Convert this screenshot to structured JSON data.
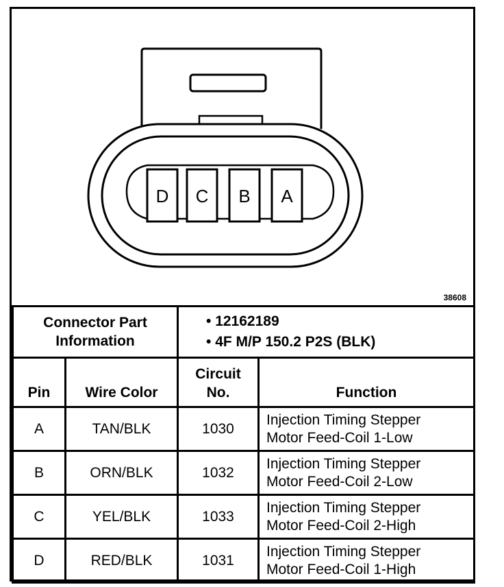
{
  "diagram": {
    "pins": [
      "D",
      "C",
      "B",
      "A"
    ],
    "figure_id": "38608"
  },
  "info": {
    "label_line1": "Connector Part",
    "label_line2": "Information",
    "part_number": "12162189",
    "part_desc": "4F M/P 150.2 P2S (BLK)"
  },
  "headers": {
    "pin": "Pin",
    "wire_color": "Wire Color",
    "circuit_line1": "Circuit",
    "circuit_line2": "No.",
    "function": "Function"
  },
  "rows": [
    {
      "pin": "A",
      "wire": "TAN/BLK",
      "circuit": "1030",
      "func1": "Injection Timing Stepper",
      "func2": "Motor Feed-Coil 1-Low"
    },
    {
      "pin": "B",
      "wire": "ORN/BLK",
      "circuit": "1032",
      "func1": "Injection Timing Stepper",
      "func2": "Motor Feed-Coil 2-Low"
    },
    {
      "pin": "C",
      "wire": "YEL/BLK",
      "circuit": "1033",
      "func1": "Injection Timing Stepper",
      "func2": "Motor Feed-Coil 2-High"
    },
    {
      "pin": "D",
      "wire": "RED/BLK",
      "circuit": "1031",
      "func1": "Injection Timing Stepper",
      "func2": "Motor Feed-Coil 1-High"
    }
  ]
}
